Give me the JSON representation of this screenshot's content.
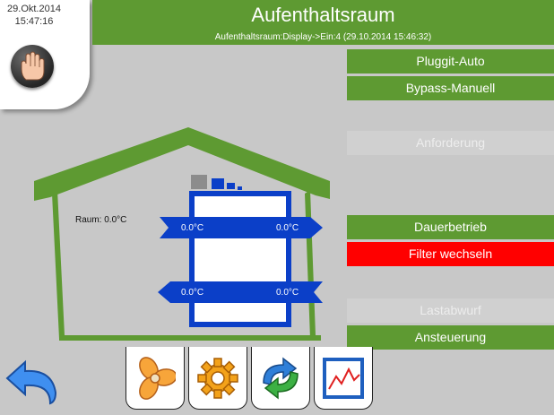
{
  "clock": {
    "date": "29.Okt.2014",
    "time": "15:47:16"
  },
  "header": {
    "title": "Aufenthaltsraum",
    "subtitle": "Aufenthaltsraum:Display->Ein:4 (29.10.2014 15:46:32)"
  },
  "buttons": {
    "pluggit_auto": "Pluggit-Auto",
    "bypass": "Bypass-Manuell",
    "anforderung": "Anforderung",
    "dauerbetrieb": "Dauerbetrieb",
    "filter": "Filter wechseln",
    "lastabwurf": "Lastabwurf",
    "ansteuerung": "Ansteuerung"
  },
  "room": {
    "label": "Raum: 0.0°C"
  },
  "airflow": {
    "top_left": "0.0°C",
    "top_right": "0.0°C",
    "bottom_left": "0.0°C",
    "bottom_right": "0.0°C"
  },
  "fan_level": 1,
  "colors": {
    "green": "#5e9a32",
    "blue": "#0b3fc8",
    "red": "#ff0000",
    "background": "#c8c8c8"
  },
  "icons": [
    "hand-stop-icon",
    "back-arrow-icon",
    "fan-icon",
    "gear-icon",
    "refresh-icon",
    "chart-icon"
  ]
}
